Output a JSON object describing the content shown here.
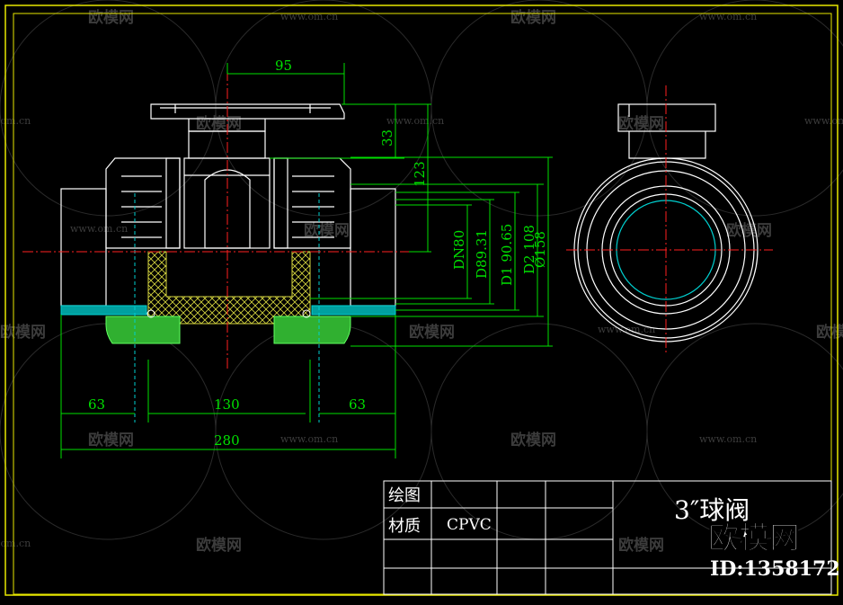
{
  "colors": {
    "background": "#000000",
    "frame": "#e8e800",
    "outline": "#ffffff",
    "dimension": "#00e000",
    "centerline": "#ff2020",
    "cyan": "#00d0d0",
    "hatch": "#d8d840",
    "green_fill": "#30c030",
    "watermark": "#3a3a3a"
  },
  "dimensions": {
    "top_width": "95",
    "handle_height": "33",
    "stem_height": "123",
    "left_end": "63",
    "center_body": "130",
    "right_end": "63",
    "overall_length": "280",
    "dn": "DN80",
    "d_outer": "D89.31",
    "d1": "D1 90.65",
    "d2": "D2 108",
    "phi": "Ø158"
  },
  "title_block": {
    "row1_label": "绘图",
    "row2_label": "材质",
    "material": "CPVC",
    "title": "3″球阀"
  },
  "watermark": {
    "logo_text": "欧模网",
    "url_text": "www.om.cn",
    "corner_logo": "欧模网",
    "corner_id": "ID:1358172"
  }
}
